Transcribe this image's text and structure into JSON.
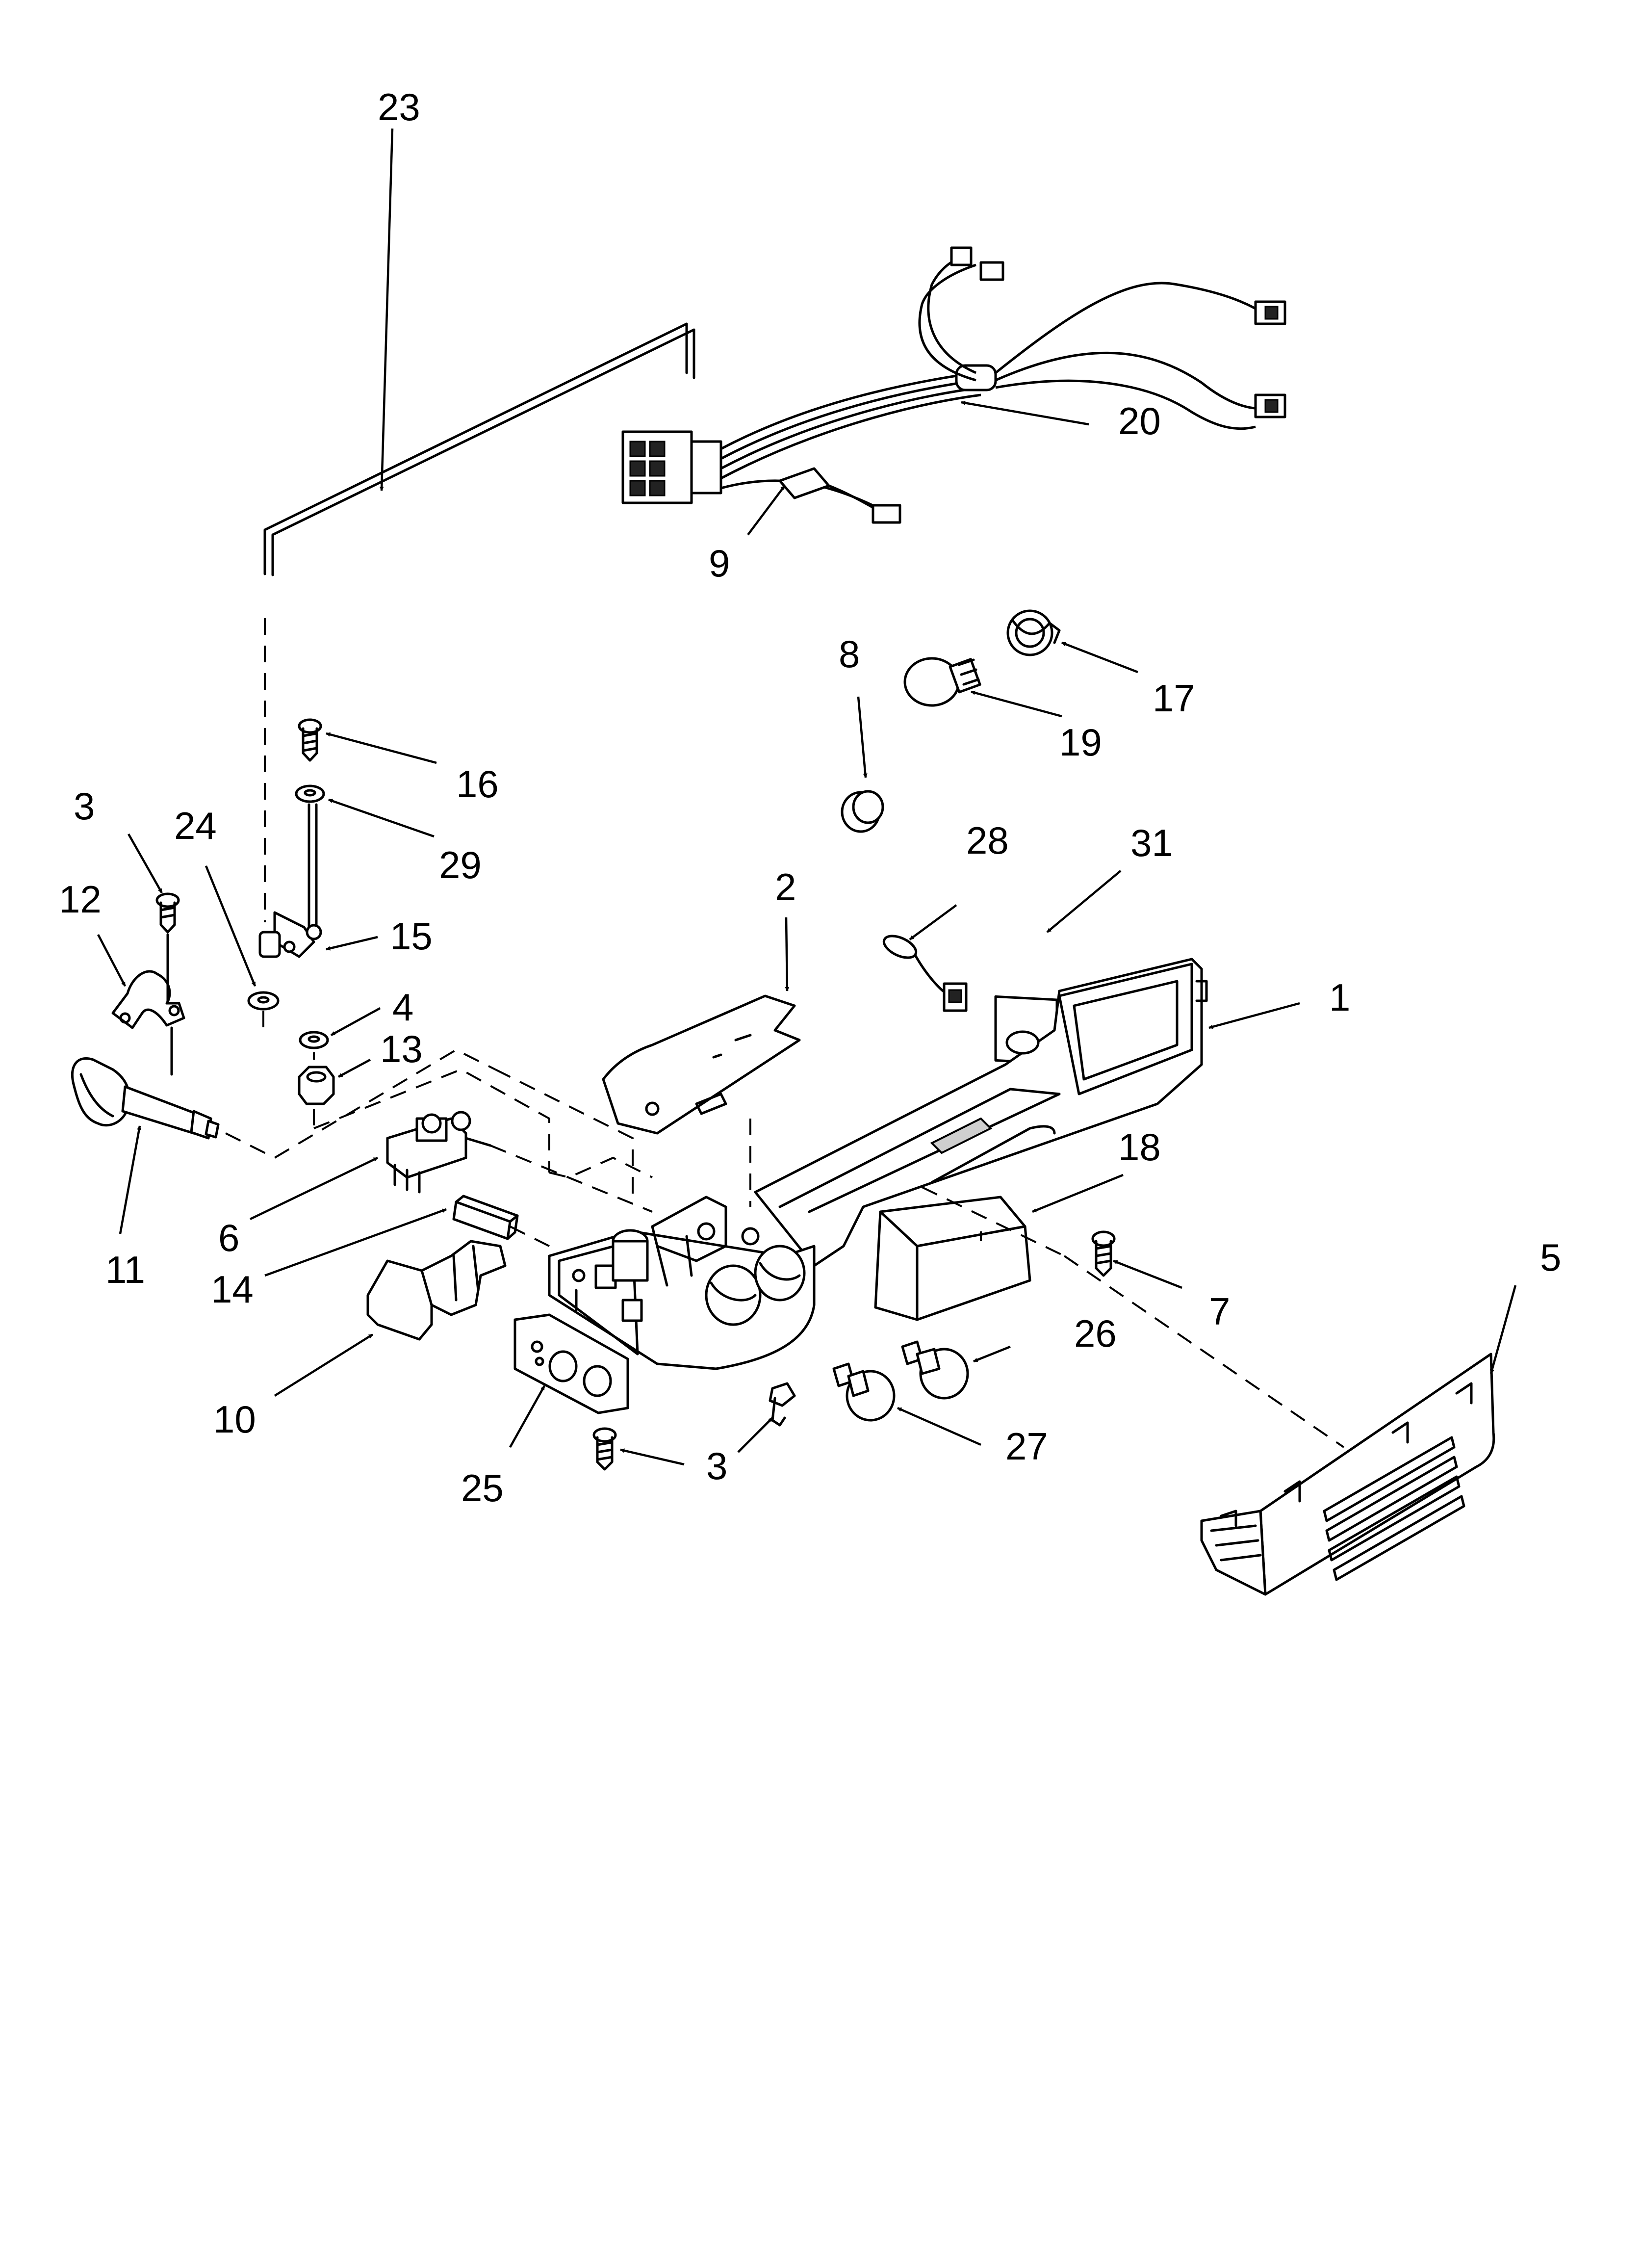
{
  "callouts": {
    "c1": "1",
    "c2": "2",
    "c3a": "3",
    "c3b": "3",
    "c4": "4",
    "c5": "5",
    "c6": "6",
    "c7": "7",
    "c8": "8",
    "c9": "9",
    "c10": "10",
    "c11": "11",
    "c12": "12",
    "c13": "13",
    "c14": "14",
    "c15": "15",
    "c16": "16",
    "c17": "17",
    "c18": "18",
    "c19": "19",
    "c20": "20",
    "c23": "23",
    "c24": "24",
    "c25": "25",
    "c26": "26",
    "c27": "27",
    "c28": "28",
    "c29": "29",
    "c31": "31"
  }
}
